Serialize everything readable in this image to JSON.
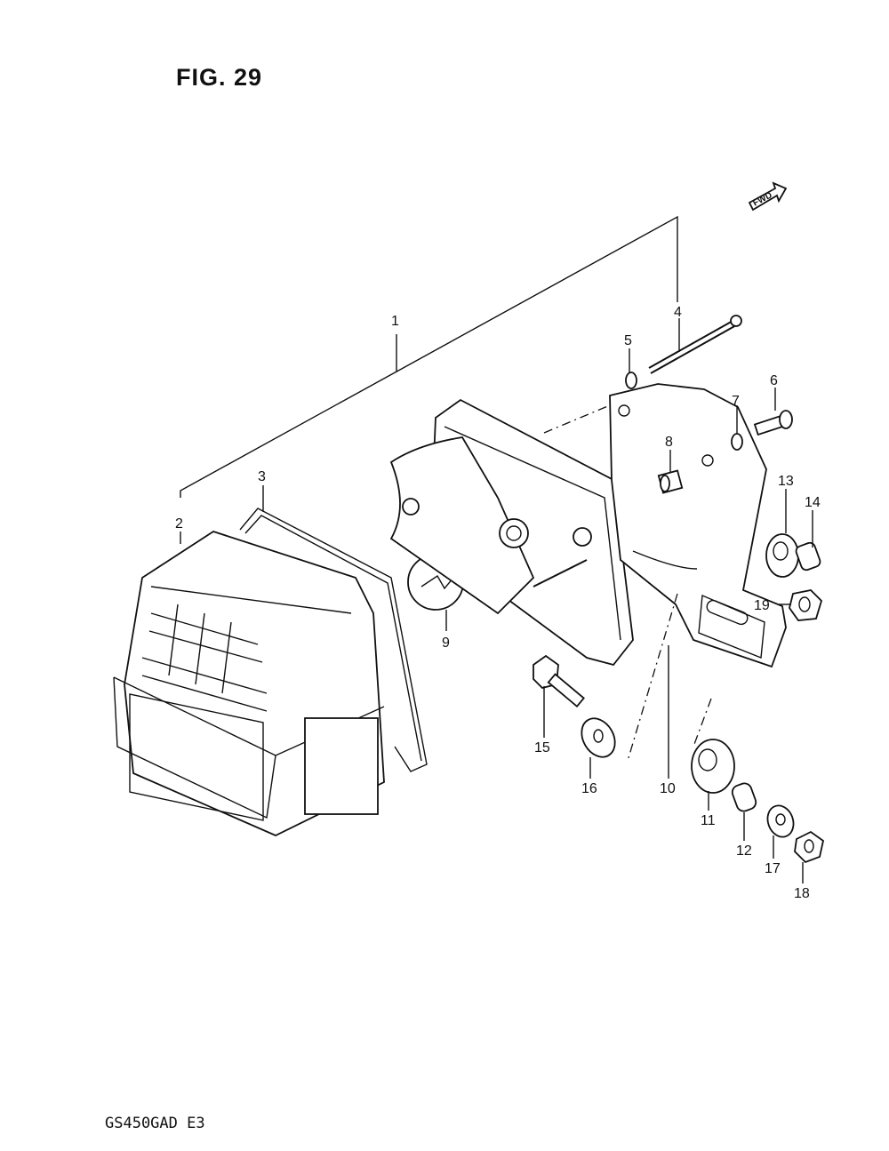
{
  "figure": {
    "title": "FIG. 29"
  },
  "footer": {
    "model_code": "GS450GAD  E3"
  },
  "direction_marker": {
    "label": "FWD",
    "icon": "forward-arrow-icon"
  },
  "parts": [
    {
      "ref": "1"
    },
    {
      "ref": "2"
    },
    {
      "ref": "3"
    },
    {
      "ref": "4"
    },
    {
      "ref": "5"
    },
    {
      "ref": "6"
    },
    {
      "ref": "7"
    },
    {
      "ref": "8"
    },
    {
      "ref": "9"
    },
    {
      "ref": "10"
    },
    {
      "ref": "11"
    },
    {
      "ref": "12"
    },
    {
      "ref": "13"
    },
    {
      "ref": "14"
    },
    {
      "ref": "15"
    },
    {
      "ref": "16"
    },
    {
      "ref": "17"
    },
    {
      "ref": "18"
    },
    {
      "ref": "19"
    }
  ]
}
